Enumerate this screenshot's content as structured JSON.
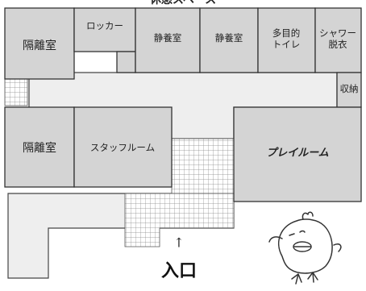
{
  "top_label": "休憩スペース",
  "rooms": {
    "isolation_1": "隔離室",
    "locker": "ロッカー",
    "rest_1": "静養室",
    "rest_2": "静養室",
    "toilet_line1": "多目的",
    "toilet_line2": "トイレ",
    "shower_line1": "シャワー",
    "shower_line2": "脱衣",
    "storage": "収納",
    "isolation_2": "隔離室",
    "staff": "スタッフルーム",
    "play": "プレイルーム"
  },
  "entrance": {
    "arrow": "↑",
    "label": "入口"
  },
  "colors": {
    "room_fill": "#d4d4d4",
    "corridor_fill": "#eeeeee",
    "outline": "#333333"
  },
  "icons": [
    "chick-mascot-icon"
  ]
}
